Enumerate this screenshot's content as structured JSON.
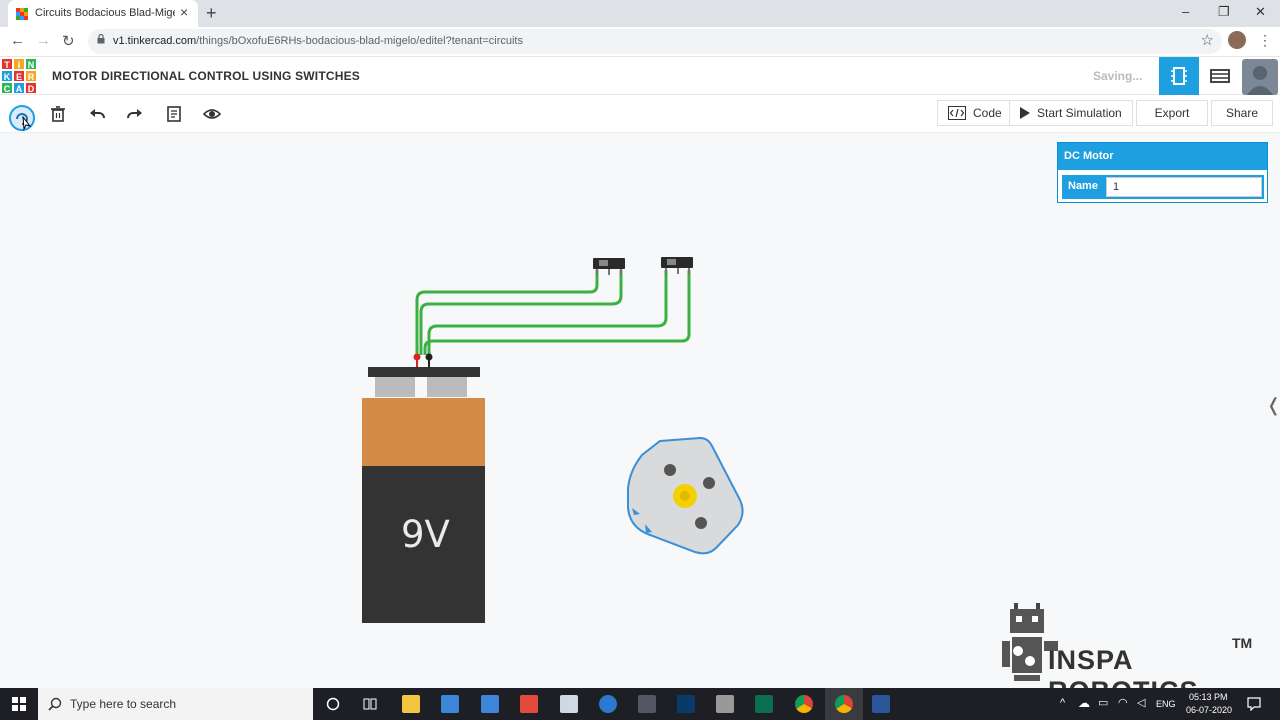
{
  "browser": {
    "tab_title": "Circuits Bodacious Blad-Migelo |",
    "url_host": "v1.tinkercad.com",
    "url_path": "/things/bOxofuE6RHs-bodacious-blad-migelo/editel?tenant=circuits"
  },
  "app": {
    "logo_letters": [
      "T",
      "I",
      "N",
      "K",
      "E",
      "R",
      "C",
      "A",
      "D"
    ],
    "design_title": "MOTOR DIRECTIONAL CONTROL USING SWITCHES",
    "status": "Saving..."
  },
  "toolbar": {
    "code_label": "Code",
    "start_label": "Start Simulation",
    "export_label": "Export",
    "share_label": "Share"
  },
  "inspector": {
    "title": "DC Motor",
    "name_label": "Name",
    "name_value": "1"
  },
  "canvas": {
    "battery_label": "9V",
    "watermark": "INSPA ROBOTICS",
    "watermark_tm": "TM"
  },
  "taskbar": {
    "search_placeholder": "Type here to search",
    "lang": "ENG",
    "time": "05:13 PM",
    "date": "06-07-2020"
  },
  "colors": {
    "accent": "#1e9fe0",
    "wire": "#3cb043",
    "battery_top": "#d38b45",
    "battery_body": "#333333"
  }
}
